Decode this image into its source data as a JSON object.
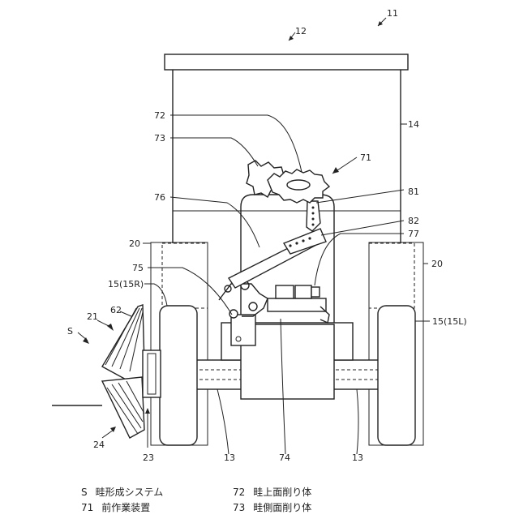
{
  "labels": {
    "l11": "11",
    "l12": "12",
    "l14": "14",
    "l72": "72",
    "l73": "73",
    "l71": "71",
    "l76": "76",
    "l81": "81",
    "l82": "82",
    "l77": "77",
    "l20a": "20",
    "l20b": "20",
    "l75": "75",
    "l15r": "15(15R)",
    "l15l": "15(15L)",
    "l21": "21",
    "l62": "62",
    "lS": "S",
    "l24": "24",
    "l23": "23",
    "l13a": "13",
    "l74": "74",
    "l13b": "13"
  },
  "legend": [
    {
      "code": "S",
      "text": "畦形成システム"
    },
    {
      "code": "71",
      "text": "前作業装置"
    },
    {
      "code": "72",
      "text": "畦上面削り体"
    },
    {
      "code": "73",
      "text": "畦側面削り体"
    }
  ]
}
